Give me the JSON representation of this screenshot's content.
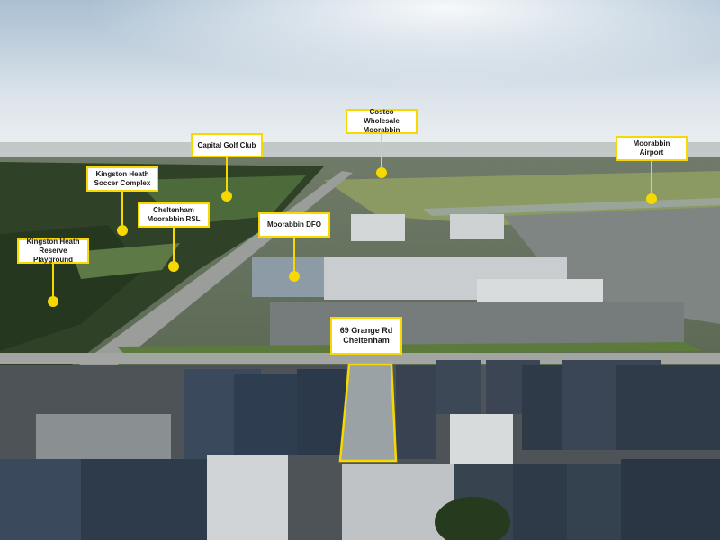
{
  "image": {
    "description_kind": "aerial photograph of an industrial estate with location callouts",
    "accent_color": "#f7d800",
    "label_text_color": "#1a1a1a",
    "label_bg_color": "#ffffff"
  },
  "callouts": {
    "kingston_reserve": {
      "line1": "Kingston Heath",
      "line2": "Reserve Playground"
    },
    "kingston_soccer": {
      "line1": "Kingston Heath",
      "line2": "Soccer Complex"
    },
    "capital_golf": {
      "line1": "Capital Golf Club"
    },
    "cheltenham_rsl": {
      "line1": "Cheltenham",
      "line2": "Moorabbin RSL"
    },
    "moorabbin_dfo": {
      "line1": "Moorabbin DFO"
    },
    "costco": {
      "line1": "Costco Wholesale",
      "line2": "Moorabbin"
    },
    "moorabbin_airport": {
      "line1": "Moorabbin Airport"
    },
    "subject_property": {
      "line1": "69 Grange Rd",
      "line2": "Cheltenham"
    }
  }
}
